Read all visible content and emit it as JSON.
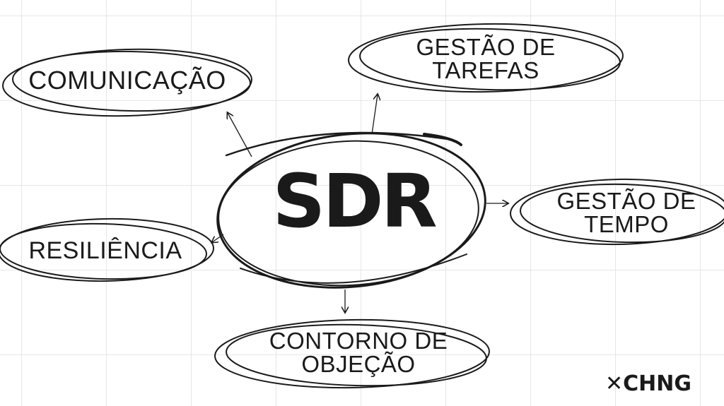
{
  "diagram": {
    "center": {
      "label": "SDR"
    },
    "nodes": {
      "comunicacao": {
        "label": "COMUNICAÇÃO"
      },
      "gestao_tarefas": {
        "lines": [
          "GESTÃO DE",
          "TAREFAS"
        ]
      },
      "gestao_tempo": {
        "lines": [
          "GESTÃO DE",
          "TEMPO"
        ]
      },
      "resiliencia": {
        "label": "RESILIÊNCIA"
      },
      "contorno_objecao": {
        "lines": [
          "CONTORNO DE",
          "OBJEÇÃO"
        ]
      }
    }
  },
  "brand": {
    "logo": "✕CHNG"
  },
  "colors": {
    "ink": "#1a1a1a",
    "grid": "#e6e6e6",
    "background": "#ffffff"
  }
}
